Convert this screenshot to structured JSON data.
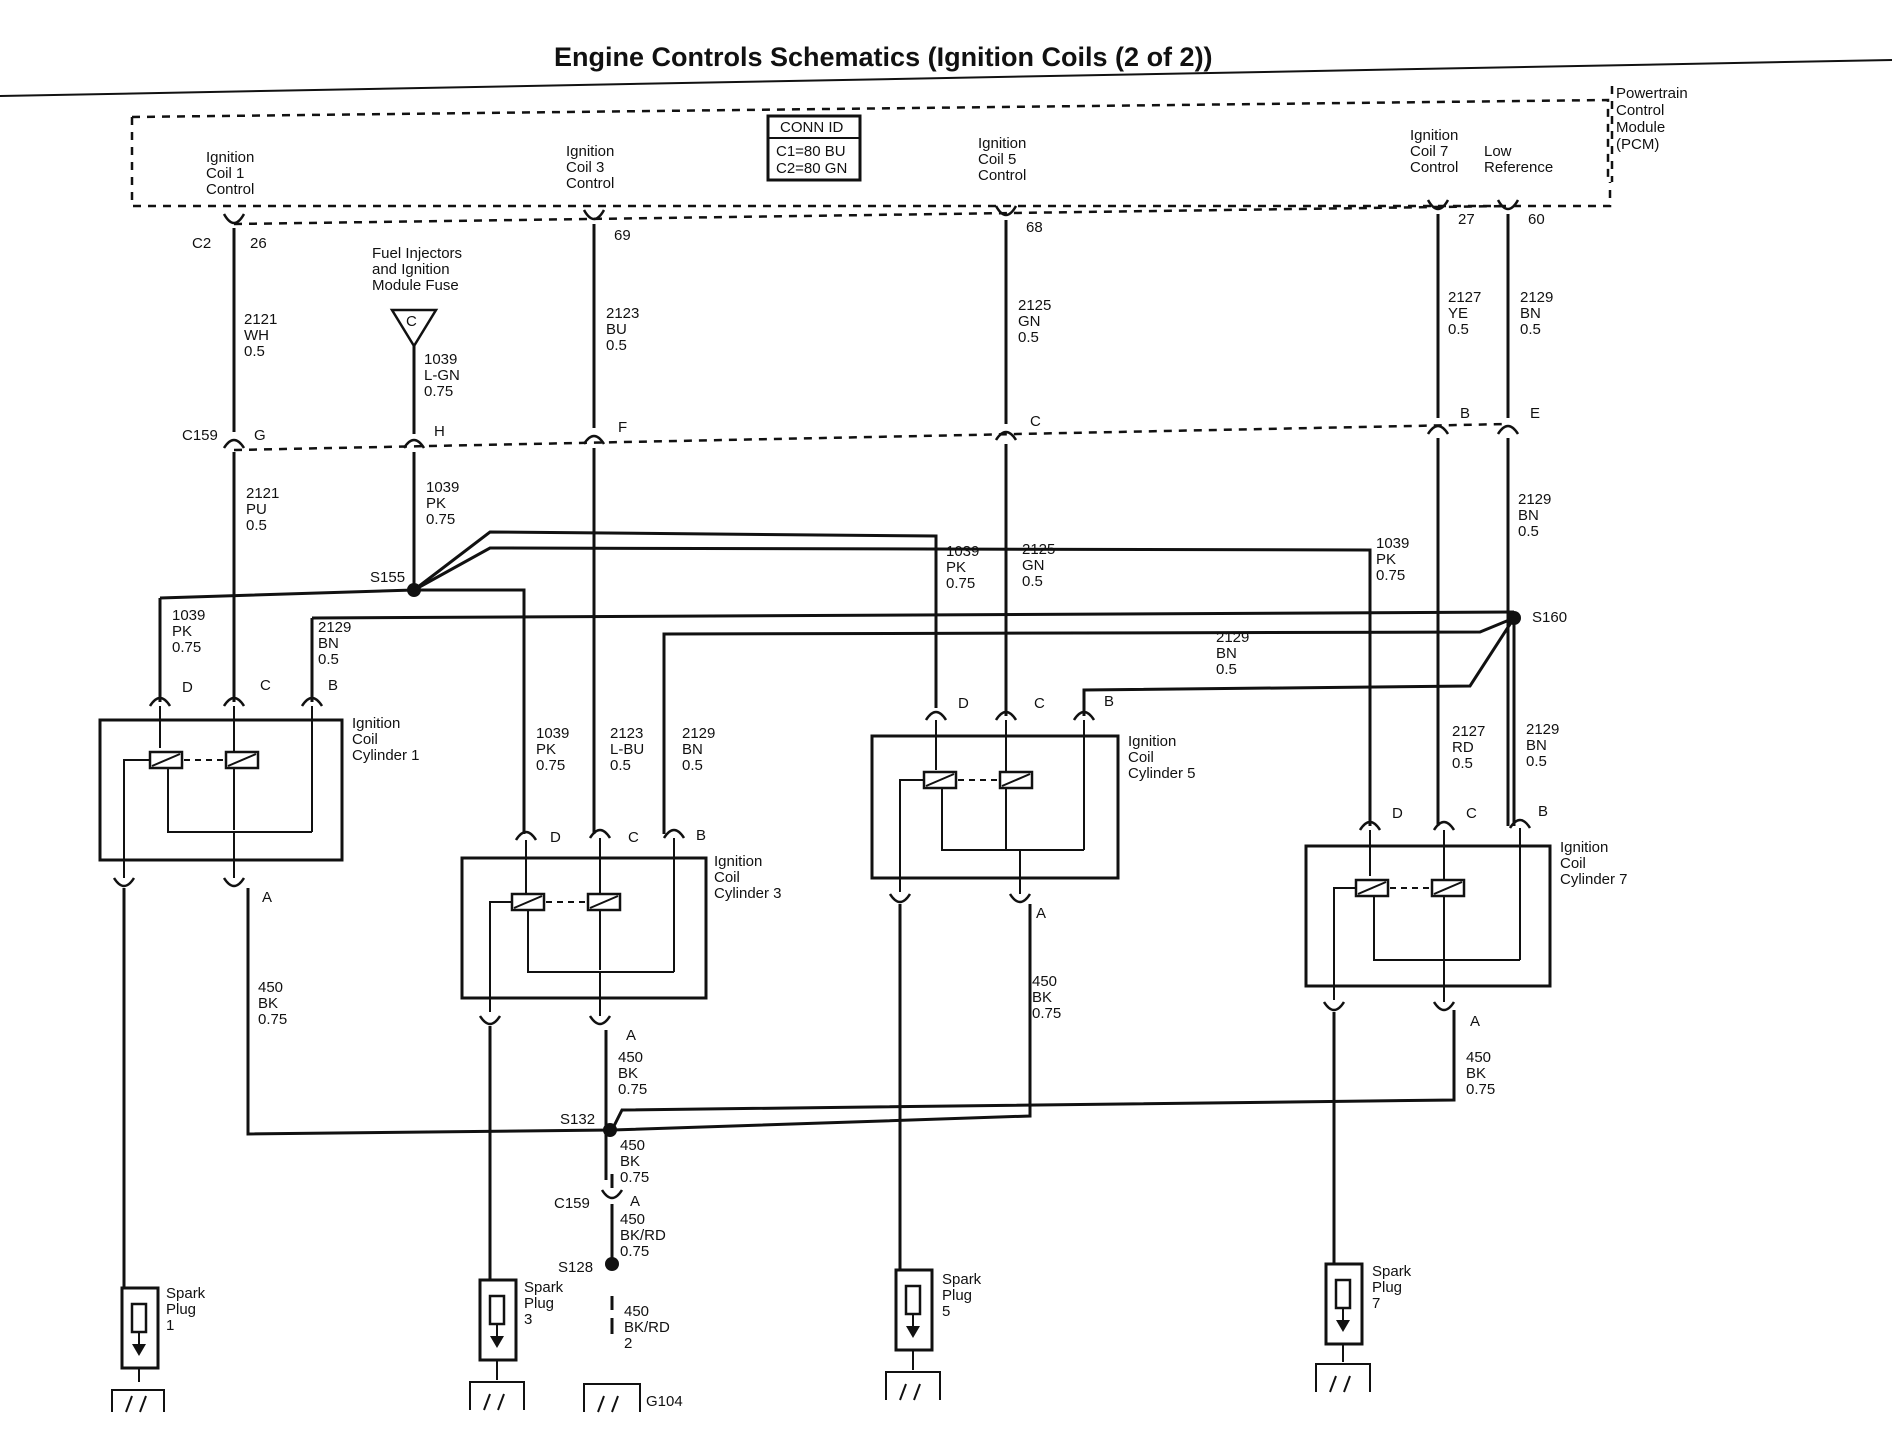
{
  "title": "Engine Controls Schematics (Ignition Coils (2 of 2))",
  "pcm": {
    "label": [
      "Powertrain",
      "Control",
      "Module",
      "(PCM)"
    ],
    "conn_id": {
      "header": "CONN ID",
      "lines": [
        "C1=80 BU",
        "C2=80 GN"
      ]
    },
    "outputs": [
      {
        "label": [
          "Ignition",
          "Coil 1",
          "Control"
        ],
        "pin": "26",
        "connector": "C2"
      },
      {
        "label": [
          "Ignition",
          "Coil 3",
          "Control"
        ],
        "pin": "69"
      },
      {
        "label": [
          "Ignition",
          "Coil 5",
          "Control"
        ],
        "pin": "68"
      },
      {
        "label": [
          "Ignition",
          "Coil 7",
          "Control"
        ],
        "pin": "27"
      },
      {
        "label": [
          "Low",
          "Reference"
        ],
        "pin": "60"
      }
    ]
  },
  "fuse": {
    "label": [
      "Fuel Injectors",
      "and Ignition",
      "Module Fuse"
    ],
    "symbol": "C"
  },
  "connector_c159": {
    "name": "C159",
    "pins": [
      "G",
      "H",
      "F",
      "C",
      "B",
      "E"
    ]
  },
  "connector_c159_ground": {
    "name": "C159",
    "pin": "A"
  },
  "wires_upper": [
    [
      "2121",
      "WH",
      "0.5"
    ],
    [
      "1039",
      "L-GN",
      "0.75"
    ],
    [
      "2123",
      "BU",
      "0.5"
    ],
    [
      "2125",
      "GN",
      "0.5"
    ],
    [
      "2127",
      "YE",
      "0.5"
    ],
    [
      "2129",
      "BN",
      "0.5"
    ]
  ],
  "wires_lower": [
    [
      "2121",
      "PU",
      "0.5"
    ],
    [
      "1039",
      "PK",
      "0.75"
    ],
    [
      "2129",
      "BN",
      "0.5"
    ],
    [
      "1039",
      "PK",
      "0.75"
    ],
    [
      "2125",
      "GN",
      "0.5"
    ],
    [
      "1039",
      "PK",
      "0.75"
    ],
    [
      "1039",
      "PK",
      "0.75"
    ],
    [
      "2129",
      "BN",
      "0.5"
    ],
    [
      "2129",
      "BN",
      "0.5"
    ],
    [
      "1039",
      "PK",
      "0.75"
    ],
    [
      "2123",
      "L-BU",
      "0.5"
    ],
    [
      "2129",
      "BN",
      "0.5"
    ],
    [
      "2127",
      "RD",
      "0.5"
    ],
    [
      "2129",
      "BN",
      "0.5"
    ]
  ],
  "ground_wires": [
    [
      "450",
      "BK",
      "0.75"
    ],
    [
      "450",
      "BK",
      "0.75"
    ],
    [
      "450",
      "BK",
      "0.75"
    ],
    [
      "450",
      "BK",
      "0.75"
    ],
    [
      "450",
      "BK",
      "0.75"
    ],
    [
      "450",
      "BK/RD",
      "0.75"
    ],
    [
      "450",
      "BK/RD",
      "2"
    ]
  ],
  "splices": [
    "S155",
    "S160",
    "S132",
    "S128"
  ],
  "coils": [
    {
      "label": [
        "Ignition",
        "Coil",
        "Cylinder 1"
      ],
      "pins": [
        "D",
        "C",
        "B",
        "A"
      ]
    },
    {
      "label": [
        "Ignition",
        "Coil",
        "Cylinder 3"
      ],
      "pins": [
        "D",
        "C",
        "B",
        "A"
      ]
    },
    {
      "label": [
        "Ignition",
        "Coil",
        "Cylinder 5"
      ],
      "pins": [
        "D",
        "C",
        "B",
        "A"
      ]
    },
    {
      "label": [
        "Ignition",
        "Coil",
        "Cylinder 7"
      ],
      "pins": [
        "D",
        "C",
        "B",
        "A"
      ]
    }
  ],
  "spark_plugs": [
    [
      "Spark",
      "Plug",
      "1"
    ],
    [
      "Spark",
      "Plug",
      "3"
    ],
    [
      "Spark",
      "Plug",
      "5"
    ],
    [
      "Spark",
      "Plug",
      "7"
    ]
  ],
  "ground": "G104"
}
